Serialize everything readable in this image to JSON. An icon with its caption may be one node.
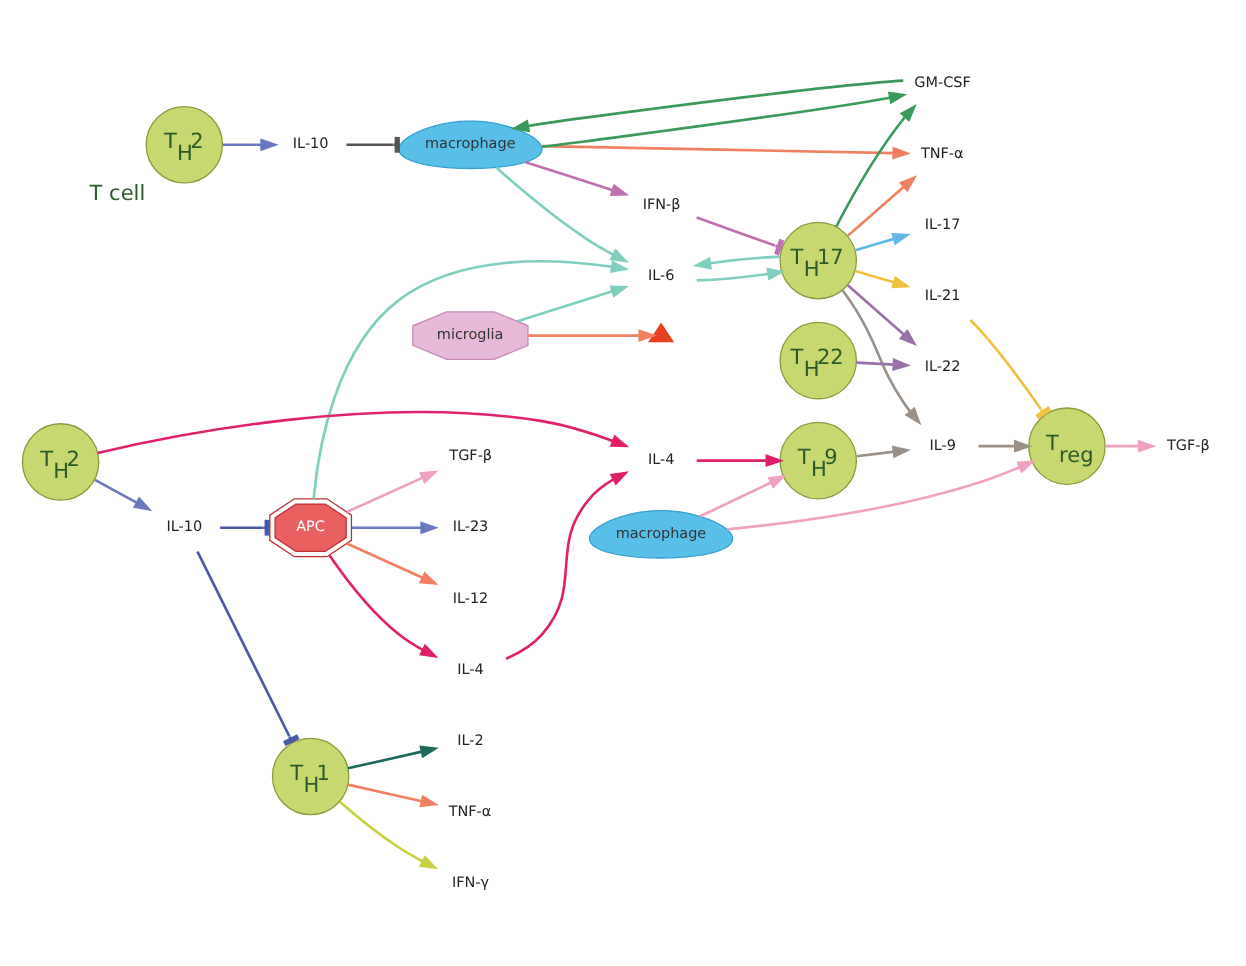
{
  "diagram": {
    "nodes": [
      {
        "text": [
          "macrophage"
        ]
      },
      {
        "text": [
          "T$_{H}$2"
        ],
        "beside": [
          "T cell"
        ]
      },
      {
        "text": [
          "IL-10"
        ]
      },
      {
        "text": [
          "microglia"
        ]
      },
      {
        "text": [
          "IL-6"
        ]
      },
      {
        "text": [
          "TNF-α"
        ]
      },
      {
        "text": [
          "IFN-β"
        ]
      },
      {
        "text": [
          "IL-17"
        ]
      },
      {
        "text": [
          "GM-CSF"
        ]
      },
      {
        "text": [
          "T$_{H}$17"
        ]
      },
      {
        "text": [
          "T$_{H}$22"
        ]
      },
      {
        "text": [
          "IL-22"
        ]
      },
      {
        "text": [
          "T$_{reg}$"
        ]
      },
      {
        "text": [
          "IL-9"
        ]
      },
      {
        "text": [
          "TGF-β"
        ]
      },
      {
        "text": [
          "IL-21"
        ]
      },
      {
        "text": [
          "IL-23"
        ]
      },
      {
        "text": [
          "APC"
        ]
      },
      {
        "text": [
          "IL-10"
        ]
      },
      {
        "text": [
          "IL-12"
        ]
      },
      {
        "text": [
          "T$_{H}$1"
        ]
      },
      {
        "text": [
          "T$_{H}$2"
        ]
      },
      {
        "text": [
          "T$_{H}$9"
        ]
      },
      {
        "text": [
          "TGF-β"
        ]
      },
      {
        "text": [
          "macrophage"
        ]
      },
      {
        "text": [
          "IFN-γ"
        ]
      },
      {
        "text": [
          "IL-2"
        ]
      },
      {
        "text": [
          "TNF-α"
        ]
      },
      {
        "text": [
          "IL-4"
        ]
      },
      {
        "text": [
          "IL-4"
        ]
      },
      {
        "text": [],
        "shape": "triangle"
      }
    ],
    "edges": [
      {
        "from": 2,
        "to": 0,
        "arrow": "other",
        "color": "#555555"
      },
      {
        "from": 1,
        "to": 2,
        "arrow": "to",
        "color": "#6a78c0"
      },
      {
        "from": 0,
        "to": 8,
        "arrow": "to",
        "color": "#3a9a5a"
      },
      {
        "from": 8,
        "to": 0,
        "arrow": "to",
        "color": "#3a9a5a"
      },
      {
        "from": 0,
        "to": 4,
        "arrow": "to",
        "color": "#7fcfbf"
      },
      {
        "from": 0,
        "to": 5,
        "arrow": "to",
        "color": "#f08060"
      },
      {
        "from": 0,
        "to": 6,
        "arrow": "to",
        "color": "#c070b0"
      },
      {
        "from": 6,
        "to": 9,
        "arrow": "other",
        "color": "#c070b0"
      },
      {
        "from": 3,
        "to": 30,
        "arrow": "to",
        "color": "#f08060"
      },
      {
        "from": 3,
        "to": 4,
        "arrow": "to",
        "color": "#7fcfbf"
      },
      {
        "from": 4,
        "to": 9,
        "arrow": "to",
        "color": "#7fcfbf"
      },
      {
        "from": 9,
        "to": 4,
        "arrow": "to",
        "color": "#7fcfbf"
      },
      {
        "from": 9,
        "to": 5,
        "arrow": "to",
        "color": "#f08060"
      },
      {
        "from": 9,
        "to": 7,
        "arrow": "to",
        "color": "#60b8e8"
      },
      {
        "from": 9,
        "to": 8,
        "arrow": "to",
        "color": "#3a9a5a"
      },
      {
        "from": 9,
        "to": 11,
        "arrow": "to",
        "color": "#9a70a8"
      },
      {
        "from": 10,
        "to": 11,
        "arrow": "to",
        "color": "#9a70a8"
      },
      {
        "from": 9,
        "to": 13,
        "arrow": "to",
        "color": "#9a9088"
      },
      {
        "from": 13,
        "to": 12,
        "arrow": "to",
        "color": "#9a9088"
      },
      {
        "from": 9,
        "to": 15,
        "arrow": "to",
        "color": "#f0c040"
      },
      {
        "from": 15,
        "to": 12,
        "arrow": "other",
        "color": "#f0c040"
      },
      {
        "from": 22,
        "to": 13,
        "arrow": "to",
        "color": "#9a9088"
      },
      {
        "from": 17,
        "to": 4,
        "arrow": "to",
        "color": "#7fcfbf"
      },
      {
        "from": 17,
        "to": 14,
        "arrow": "to",
        "color": "#f0a0c0"
      },
      {
        "from": 17,
        "to": 16,
        "arrow": "to",
        "color": "#6a78c0"
      },
      {
        "from": 17,
        "to": 19,
        "arrow": "to",
        "color": "#f08060"
      },
      {
        "from": 17,
        "to": 28,
        "arrow": "to",
        "color": "#e0206a"
      },
      {
        "from": 18,
        "to": 17,
        "arrow": "other",
        "color": "#4a5aa8"
      },
      {
        "from": 18,
        "to": 20,
        "arrow": "other",
        "color": "#4a5aa8"
      },
      {
        "from": 21,
        "to": 18,
        "arrow": "to",
        "color": "#6a78c0"
      },
      {
        "from": 21,
        "to": 29,
        "arrow": "to",
        "color": "#e0206a"
      },
      {
        "from": 28,
        "to": 29,
        "arrow": "to",
        "color": "#e0206a"
      },
      {
        "from": 29,
        "to": 22,
        "arrow": "to",
        "color": "#e0206a"
      },
      {
        "from": 20,
        "to": 25,
        "arrow": "to",
        "color": "#c8d040"
      },
      {
        "from": 20,
        "to": 26,
        "arrow": "to",
        "color": "#1a6a5a"
      },
      {
        "from": 20,
        "to": 27,
        "arrow": "to",
        "color": "#f08060"
      },
      {
        "from": 24,
        "to": 12,
        "arrow": "to",
        "color": "#f0a0c0"
      },
      {
        "from": 24,
        "to": 22,
        "arrow": "to",
        "color": "#f0a0c0"
      },
      {
        "from": 12,
        "to": 23,
        "arrow": "to",
        "color": "#f0a0c0"
      }
    ]
  }
}
